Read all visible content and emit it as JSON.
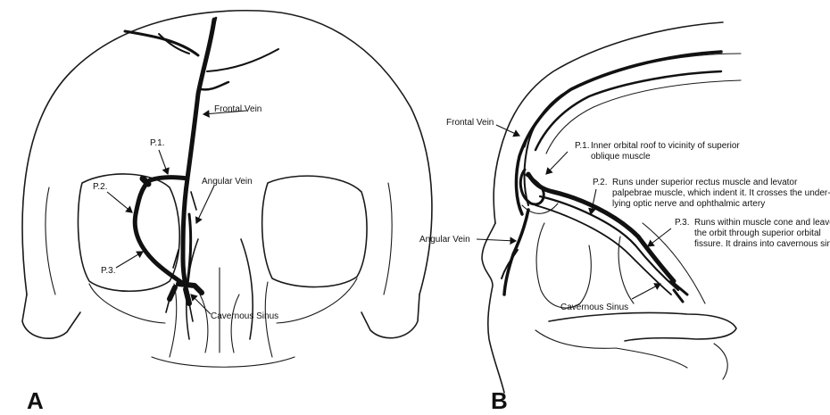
{
  "panel_a": {
    "letter": "A",
    "labels": {
      "frontal_vein": "Frontal Vein",
      "p1": "P.1.",
      "p2": "P.2.",
      "p3": "P.3.",
      "angular_vein": "Angular Vein",
      "cavernous_sinus": "Cavernous Sinus"
    }
  },
  "panel_b": {
    "letter": "B",
    "labels": {
      "frontal_vein": "Frontal Vein",
      "angular_vein": "Angular Vein",
      "cavernous_sinus": "Cavernous Sinus",
      "p1_title": "P.1.",
      "p1_line1": "Inner orbital roof to vicinity of superior",
      "p1_line2": "oblique muscle",
      "p2_title": "P.2.",
      "p2_line1": "Runs under superior rectus muscle and levator",
      "p2_line2": "palpebrae muscle, which indent it. It crosses the under-",
      "p2_line3": "lying optic nerve and ophthalmic artery",
      "p3_title": "P.3.",
      "p3_line1": "Runs within muscle cone and leaves",
      "p3_line2": "the orbit through superior orbital",
      "p3_line3": "fissure. It drains into cavernous sinus"
    }
  }
}
